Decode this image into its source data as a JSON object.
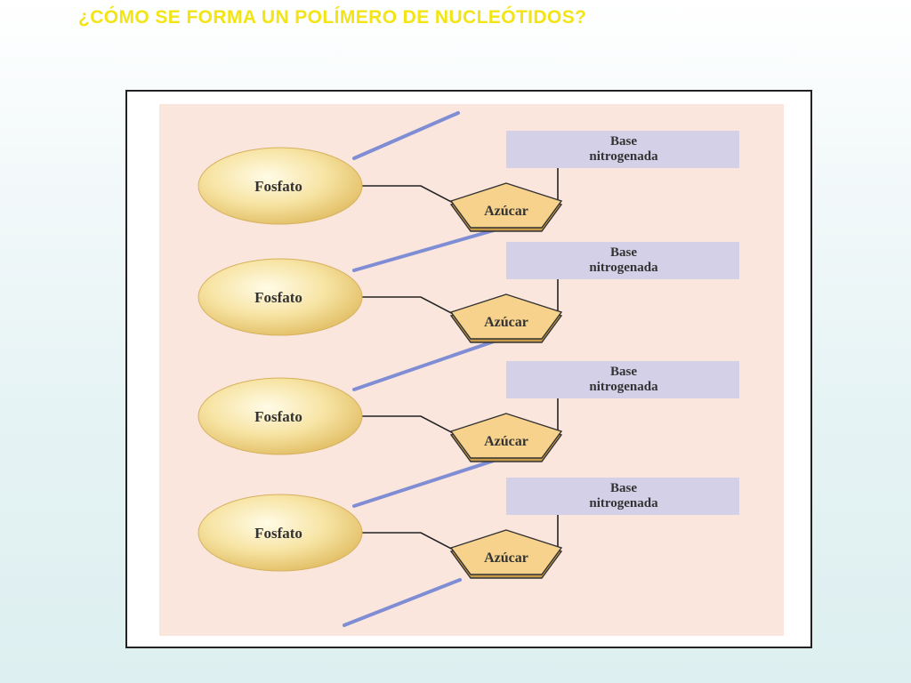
{
  "slide": {
    "title": "¿CÓMO SE FORMA UN POLÍMERO DE NUCLEÓTIDOS?"
  },
  "colors": {
    "title": "#f2e415",
    "panel_background": "#fbe6dd",
    "phosphate_fill": "#f4dc8c",
    "sugar_fill": "#f7d28c",
    "base_box_fill": "#d4d0e8",
    "backbone_line": "#7f8dd4",
    "connector": "#222222"
  },
  "nucleotides": [
    {
      "phosphate_label": "Fosfato",
      "sugar_label": "Azúcar",
      "base_label_line1": "Base",
      "base_label_line2": "nitrogenada"
    },
    {
      "phosphate_label": "Fosfato",
      "sugar_label": "Azúcar",
      "base_label_line1": "Base",
      "base_label_line2": "nitrogenada"
    },
    {
      "phosphate_label": "Fosfato",
      "sugar_label": "Azúcar",
      "base_label_line1": "Base",
      "base_label_line2": "nitrogenada"
    },
    {
      "phosphate_label": "Fosfato",
      "sugar_label": "Azúcar",
      "base_label_line1": "Base",
      "base_label_line2": "nitrogenada"
    }
  ]
}
